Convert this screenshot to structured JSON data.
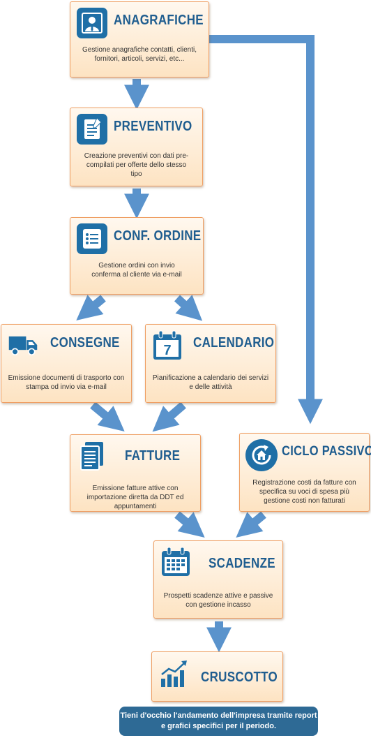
{
  "colors": {
    "arrow": "#5a93cc",
    "box_border": "#ef9e62",
    "title": "#1f5d8f",
    "icon_bg": "#1f6fa6",
    "footer_bg": "#2e6a95"
  },
  "nodes": {
    "anagrafiche": {
      "title": "ANAGRAFICHE",
      "icon": "person-icon",
      "description": "Gestione anagrafiche contatti, clienti, fornitori, articoli, servizi, etc..."
    },
    "preventivo": {
      "title": "PREVENTIVO",
      "icon": "document-icon",
      "description": "Creazione preventivi con dati pre-compilati per offerte dello stesso tipo"
    },
    "conf_ordine": {
      "title": "CONF. ORDINE",
      "icon": "list-icon",
      "description": "Gestione ordini con invio conferma al cliente via e-mail"
    },
    "consegne": {
      "title": "CONSEGNE",
      "icon": "truck-icon",
      "description": "Emissione documenti di trasporto con stampa od invio via e-mail"
    },
    "calendario": {
      "title": "CALENDARIO",
      "icon": "calendar-icon",
      "icon_text": "7",
      "description": "Pianificazione a calendario dei servizi e delle attività"
    },
    "fatture": {
      "title": "FATTURE",
      "icon": "invoice-icon",
      "description": "Emissione fatture attive con importazione diretta da DDT ed appuntamenti"
    },
    "ciclo_passivo": {
      "title": "CICLO PASSIVO",
      "icon": "house-cycle-icon",
      "description": "Registrazione costi da fatture con specifica su voci di spesa più gestione costi non fatturati"
    },
    "scadenze": {
      "title": "SCADENZE",
      "icon": "schedule-icon",
      "description": "Prospetti scadenze attive e passive con gestione incasso"
    },
    "cruscotto": {
      "title": "CRUSCOTTO",
      "icon": "chart-icon"
    }
  },
  "footer": {
    "text": "Tieni d'occhio l'andamento dell'impresa tramite report e grafici specifici per il periodo."
  }
}
